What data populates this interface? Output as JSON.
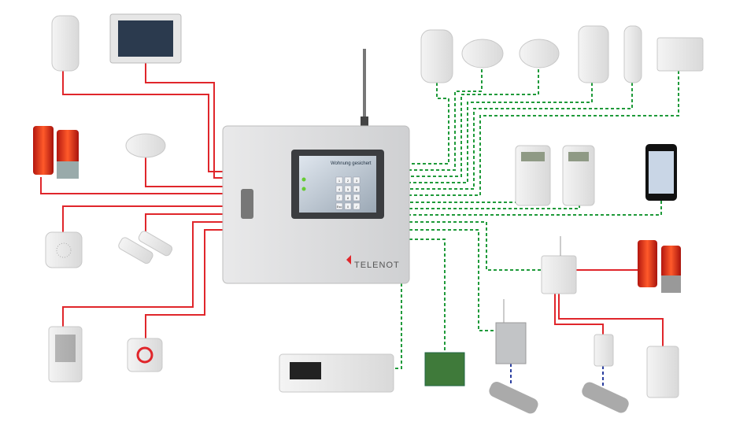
{
  "panel": {
    "brand": "TELENOT",
    "screen_message": "Wohnung gesichert",
    "keypad_keys": [
      "1",
      "2",
      "3",
      "4",
      "5",
      "6",
      "7",
      "8",
      "9",
      "Esc",
      "0",
      "✓"
    ]
  },
  "colors": {
    "wired_bus": "#e0262b",
    "radio": "#1f9a3a",
    "lock_link": "#2b3fa0"
  }
}
